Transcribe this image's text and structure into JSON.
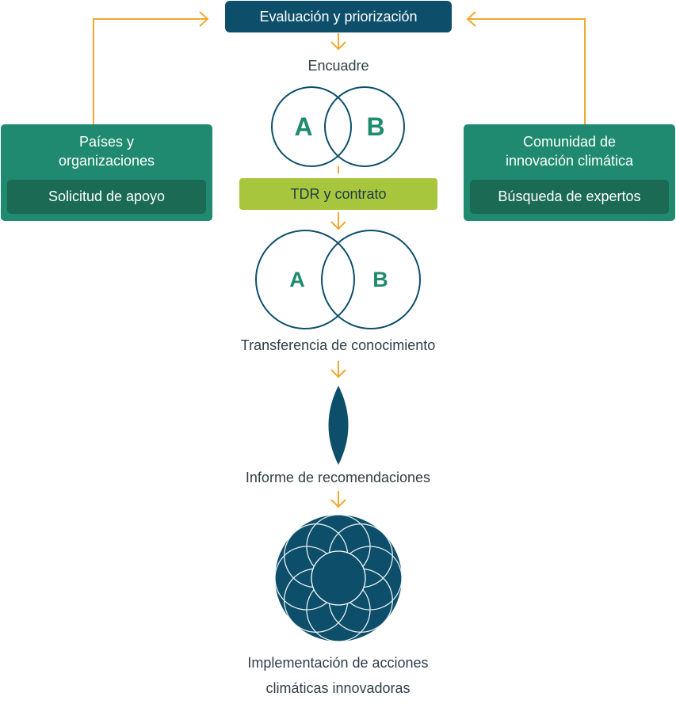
{
  "top_box": "Evaluación y priorización",
  "encuadre": "Encuadre",
  "circle_a": "A",
  "circle_b": "B",
  "tdr": "TDR y contrato",
  "transferencia": "Transferencia de conocimiento",
  "informe": "Informe de recomendaciones",
  "implementacion_line1": "Implementación de acciones",
  "implementacion_line2": "climáticas innovadoras",
  "left_box": {
    "title_line1": "Países y",
    "title_line2": "organizaciones",
    "inner": "Solicitud de apoyo"
  },
  "right_box": {
    "title_line1": "Comunidad de",
    "title_line2": "innovación climática",
    "inner": "Búsqueda de expertos"
  },
  "colors": {
    "navy": "#0d4f6b",
    "green": "#1f8a6f",
    "dark_green": "#1a6a54",
    "lime": "#a8c63d",
    "arrow": "#f0a830"
  }
}
